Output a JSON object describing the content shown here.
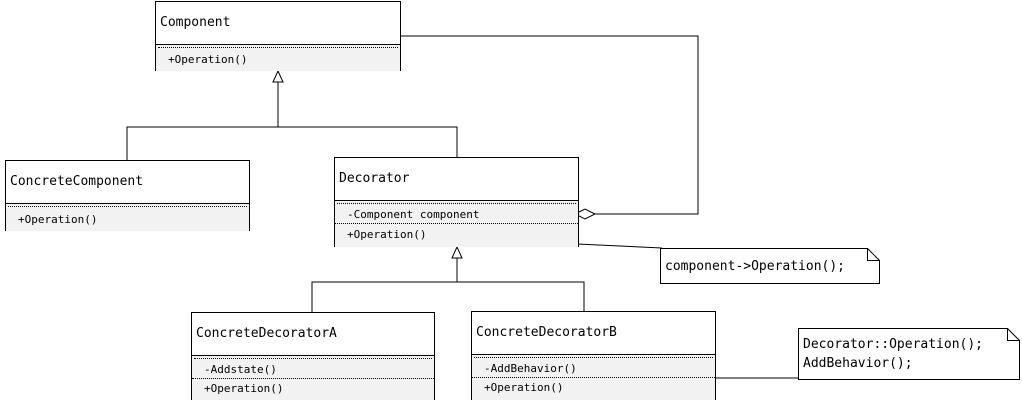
{
  "classes": {
    "component": {
      "name": "Component",
      "ops": [
        "+Operation()"
      ]
    },
    "concrete_component": {
      "name": "ConcreteComponent",
      "ops": [
        "+Operation()"
      ]
    },
    "decorator": {
      "name": "Decorator",
      "attrs": [
        "-Component component"
      ],
      "ops": [
        "+Operation()"
      ]
    },
    "concrete_decorator_a": {
      "name": "ConcreteDecoratorA",
      "attrs": [
        "-Addstate()"
      ],
      "ops": [
        "+Operation()"
      ]
    },
    "concrete_decorator_b": {
      "name": "ConcreteDecoratorB",
      "attrs": [
        "-AddBehavior()"
      ],
      "ops": [
        "+Operation()"
      ]
    }
  },
  "notes": {
    "decorator_note": [
      "component->Operation();"
    ],
    "decorator_b_note": [
      "Decorator::Operation();",
      "AddBehavior();"
    ]
  }
}
